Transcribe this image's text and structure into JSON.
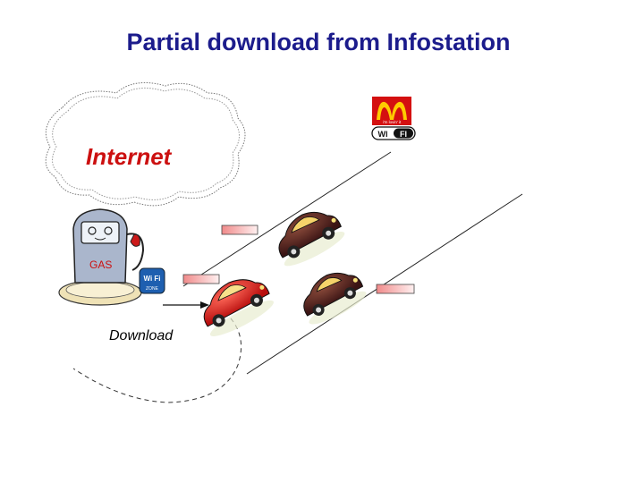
{
  "title": "Partial download from Infostation",
  "labels": {
    "internet": "Internet",
    "download": "Download",
    "gas_sign": "GAS",
    "wifi_zone_top": "Wi Fi",
    "wifi_zone_bottom": "ZONE",
    "wifi_badge": "WI FI",
    "restaurant_tagline": "i'm lovin' it"
  },
  "colors": {
    "title": "#1c1c8c",
    "internet": "#cc1010",
    "car_red": "#d81818",
    "car_dark": "#4a1e1e",
    "gas_pump": "#aab6cc",
    "logo_red": "#d41010",
    "logo_yellow": "#ffcc00",
    "bar_pink": "#f2a8a8"
  }
}
